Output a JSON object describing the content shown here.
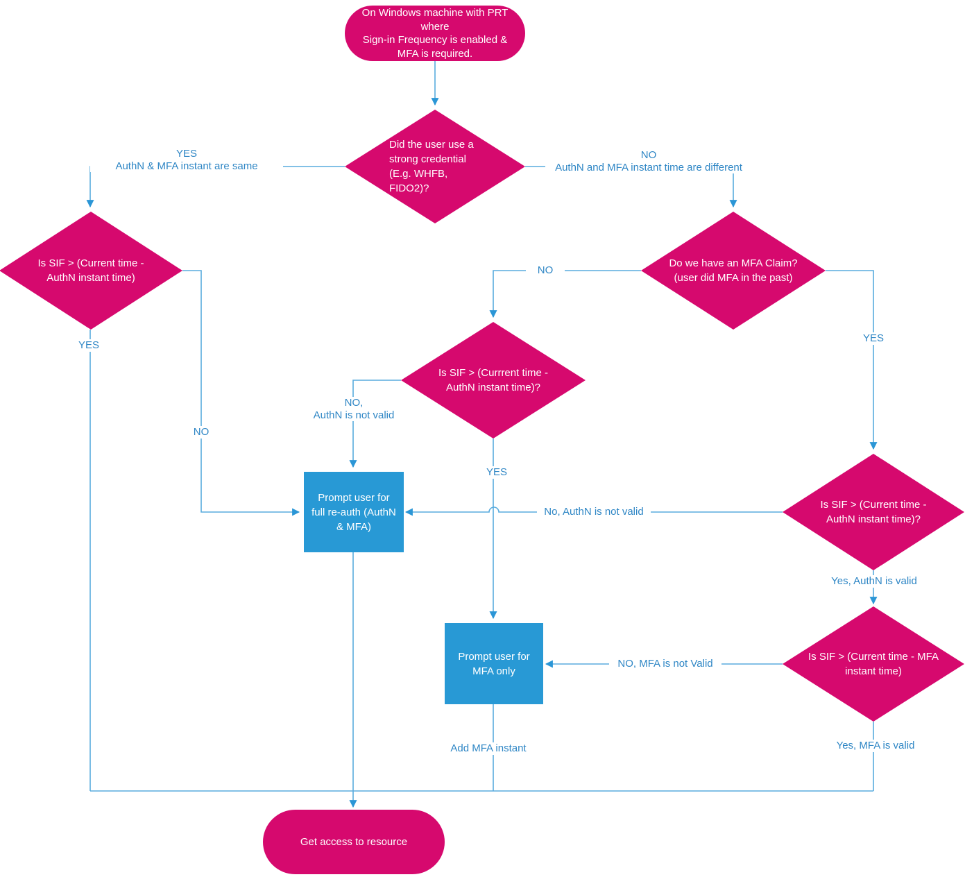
{
  "colors": {
    "node_pink": "#D6096E",
    "node_blue": "#2899D5",
    "line": "#58ABDE",
    "arrow": "#2B96D6",
    "label_text": "#2E86C5",
    "node_text": "#FFFFFF",
    "background": "#FFFFFF"
  },
  "nodes": {
    "start": {
      "type": "terminator",
      "text": "On Windows machine with PRT\nwhere\nSign-in Frequency is enabled &\nMFA is required."
    },
    "strong_credential": {
      "type": "decision",
      "text": "Did the user use a\nstrong credential\n(E.g. WHFB,\nFIDO2)?"
    },
    "sif_authn_left": {
      "type": "decision",
      "text": "Is SIF > (Current time -\nAuthN instant time)"
    },
    "mfa_claim": {
      "type": "decision",
      "text": "Do we have an MFA Claim?\n(user did MFA in the past)"
    },
    "sif_authn_mid": {
      "type": "decision",
      "text": "Is SIF > (Currrent time -\nAuthN instant time)?"
    },
    "sif_authn_right": {
      "type": "decision",
      "text": "Is SIF > (Current time -\nAuthN instant time)?"
    },
    "sif_mfa": {
      "type": "decision",
      "text": "Is SIF > (Current time - MFA\ninstant time)"
    },
    "full_reauth": {
      "type": "process",
      "text": "Prompt user for\nfull re-auth (AuthN\n& MFA)"
    },
    "mfa_only": {
      "type": "process",
      "text": "Prompt user for\nMFA only"
    },
    "end": {
      "type": "terminator",
      "text": "Get access to resource"
    }
  },
  "edge_labels": {
    "yes_same": "YES\nAuthN & MFA instant are same",
    "no_different": "NO\nAuthN and MFA instant time are different",
    "yes_left": "YES",
    "no_left": "NO",
    "no_mid": "NO",
    "no_authn_not_valid_mid": "NO,\nAuthN is not valid",
    "yes_mid": "YES",
    "no_authn_not_valid_right": "No, AuthN is not valid",
    "yes_claim": "YES",
    "yes_authn_valid": "Yes, AuthN is valid",
    "no_mfa_not_valid": "NO, MFA is not Valid",
    "add_mfa_instant": "Add MFA instant",
    "yes_mfa_valid": "Yes, MFA is valid"
  }
}
